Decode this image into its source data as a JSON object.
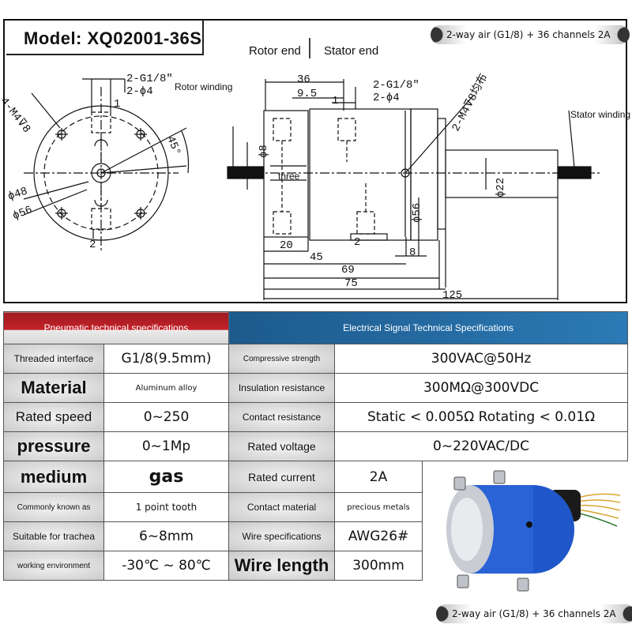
{
  "model": "Model: XQ02001-36S",
  "badge_top": "2-way air (G1/8) + 36 channels 2A",
  "badge_bottom": "2-way air (G1/8) + 36 channels 2A",
  "drawing": {
    "rotor_end": "Rotor end",
    "stator_end": "Stator end",
    "rotor_winding": "Rotor winding",
    "stator_winding": "Stator winding",
    "left_view": {
      "holes": "4-M4⊽8",
      "port_g": "2-G1/8\"",
      "port_phi": "2-ϕ4",
      "angle": "45°",
      "d48": "ϕ48",
      "d56": "ϕ56",
      "mark1": "1",
      "mark2": "2"
    },
    "side_view": {
      "d36": "36",
      "d9_5": "9.5",
      "port_g": "2-G1/8\"",
      "port_phi": "2-ϕ4",
      "holes": "2-M4⊽8均布",
      "d8": "ϕ8",
      "three": "three",
      "d56": "ϕ56",
      "d22": "ϕ22",
      "mark1": "1",
      "mark2": "2",
      "l20": "20",
      "l8": "8",
      "l45": "45",
      "l69": "69",
      "l75": "75",
      "l125": "125"
    }
  },
  "table": {
    "left_header": "Pneumatic technical specifications",
    "right_header": "Electrical Signal Technical Specifications",
    "rows": [
      {
        "l_label": "Threaded interface",
        "l_value": "G1/8(9.5mm)",
        "r_label": "Compressive strength",
        "r_value": "300VAC@50Hz"
      },
      {
        "l_label": "Material",
        "l_value": "Aluminum alloy",
        "r_label": "Insulation resistance",
        "r_value": "300MΩ@300VDC"
      },
      {
        "l_label": "Rated speed",
        "l_value": "0~250",
        "r_label": "Contact resistance",
        "r_value": "Static < 0.005Ω Rotating < 0.01Ω"
      },
      {
        "l_label": "pressure",
        "l_value": "0~1Mp",
        "r_label": "Rated voltage",
        "r_value": "0~220VAC/DC"
      },
      {
        "l_label": "medium",
        "l_value": "gas",
        "r_label": "Rated current",
        "r_value": "2A"
      },
      {
        "l_label": "Commonly known as",
        "l_value": "1 point tooth",
        "r_label": "Contact material",
        "r_value": "precious metals"
      },
      {
        "l_label": "Suitable for trachea",
        "l_value": "6~8mm",
        "r_label": "Wire specifications",
        "r_value": "AWG26#"
      },
      {
        "l_label": "working environment",
        "l_value": "-30℃ ~ 80℃",
        "r_label": "Wire length",
        "r_value": "300mm"
      }
    ]
  },
  "colors": {
    "header_red": "#c52128",
    "header_blue": "#2c7ab6",
    "product_blue": "#1f57c9"
  }
}
